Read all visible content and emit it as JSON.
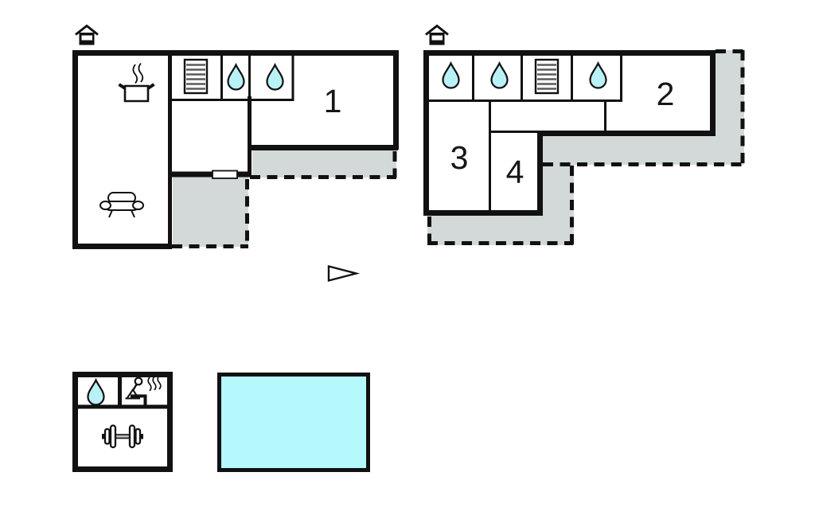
{
  "room_labels": {
    "room1": "1",
    "room2": "2",
    "room3": "3",
    "room4": "4"
  },
  "colors": {
    "wall": "#111111",
    "terrace_fill": "#d3d9d9",
    "water_drop_fill": "#b9f2f6",
    "pool_fill": "#b6f9fc",
    "stair_rung": "#5a5a5a",
    "background": "#ffffff"
  },
  "icons": {
    "entrance": "house-icon",
    "stairs": "stairs-icon",
    "bathroom": "water-drop-icon",
    "kitchen": "cooking-pot-icon",
    "living_room": "sofa-icon",
    "sauna": "sauna-icon",
    "gym": "barbell-icon",
    "orientation": "direction-arrow-icon",
    "pool": "swimming-pool"
  }
}
